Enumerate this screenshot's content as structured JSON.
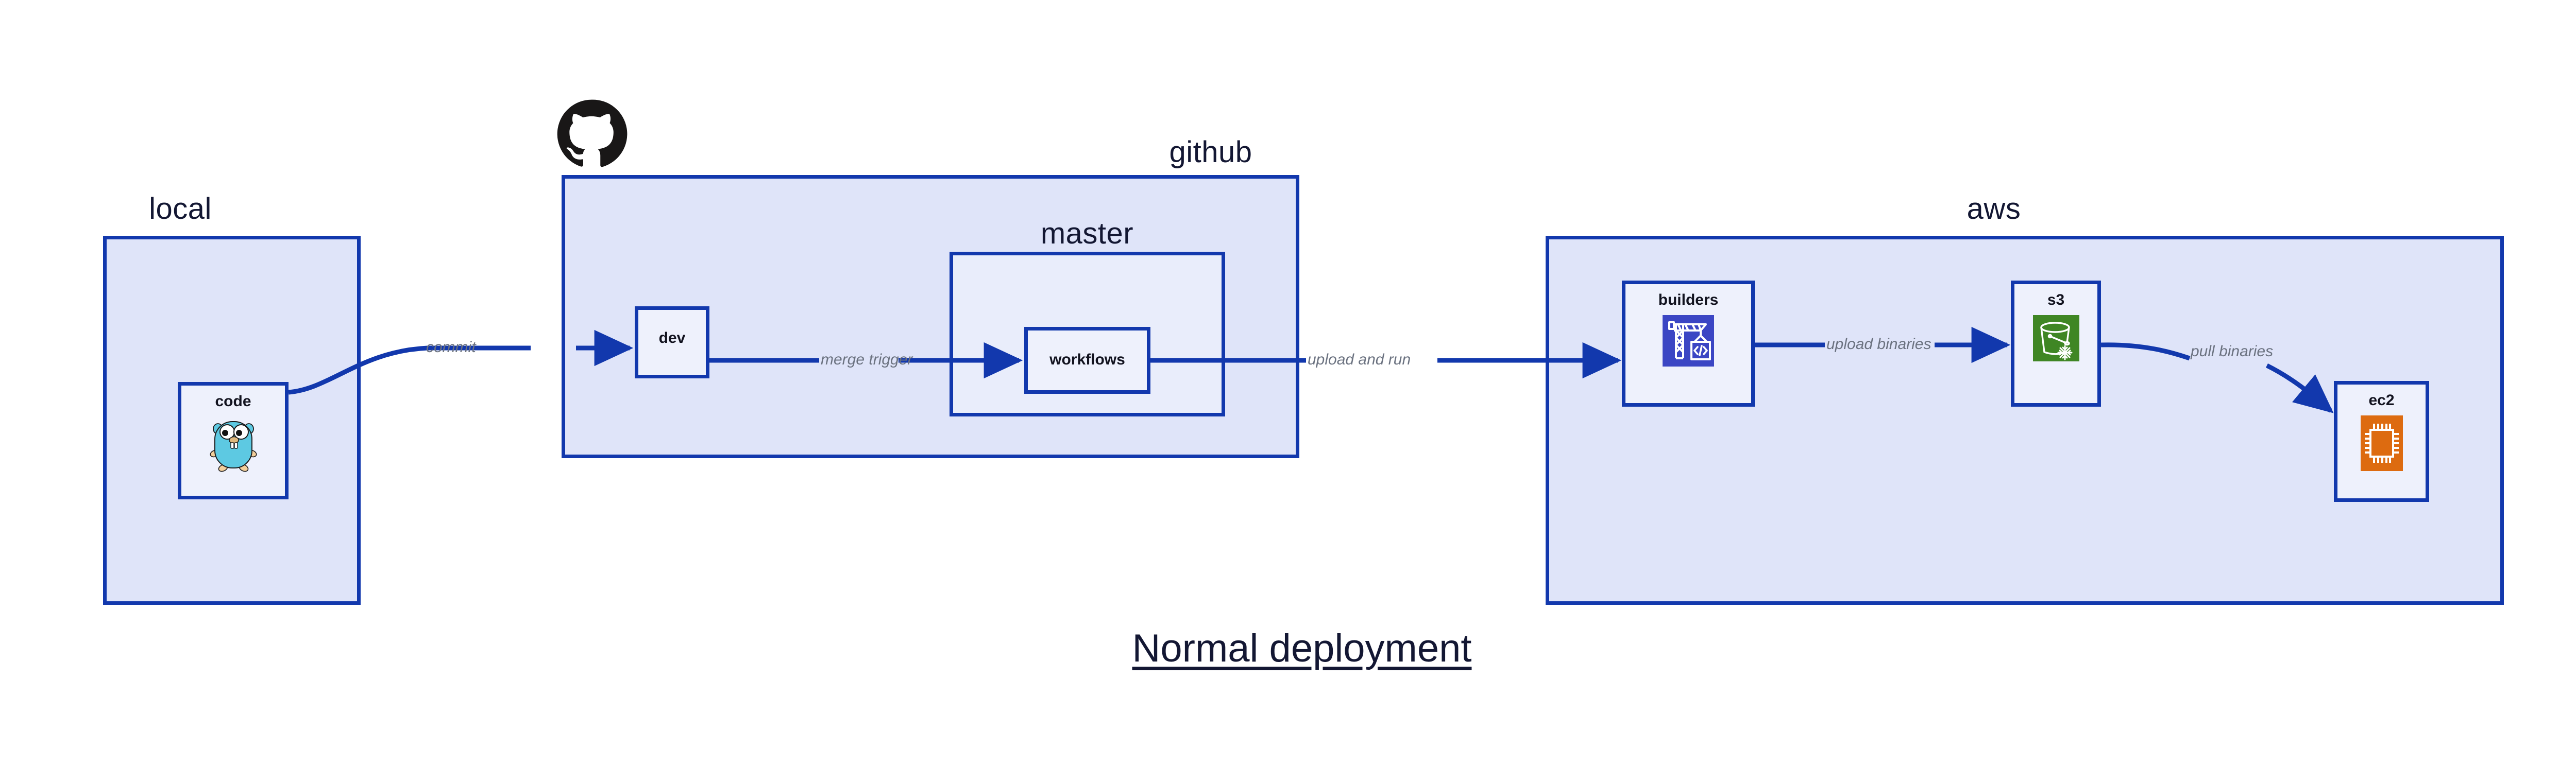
{
  "diagram": {
    "title": "Normal deployment",
    "background_color": "#ffffff",
    "accent_color": "#1238ad",
    "group_fill": "#dfe4f9",
    "node_fill": "#eef1fc",
    "label_color": "#131733",
    "edge_label_color": "#6b7280"
  },
  "groups": [
    {
      "id": "local",
      "label": "local",
      "logo": null
    },
    {
      "id": "github",
      "label": "github",
      "logo": "github-octocat-logo"
    },
    {
      "id": "aws",
      "label": "aws",
      "logo": null
    }
  ],
  "subgroups": [
    {
      "id": "master",
      "label": "master",
      "parent": "github"
    }
  ],
  "nodes": [
    {
      "id": "code",
      "label": "code",
      "parent": "local",
      "icon": "go-gopher-icon",
      "icon_color": "#5dc9e2"
    },
    {
      "id": "dev",
      "label": "dev",
      "parent": "github",
      "icon": null,
      "icon_color": null
    },
    {
      "id": "workflows",
      "label": "workflows",
      "parent": "master",
      "icon": null,
      "icon_color": null
    },
    {
      "id": "builders",
      "label": "builders",
      "parent": "aws",
      "icon": "crane-code-icon",
      "icon_color": "#3b46c4"
    },
    {
      "id": "s3",
      "label": "s3",
      "parent": "aws",
      "icon": "s3-bucket-icon",
      "icon_color": "#3f8624"
    },
    {
      "id": "ec2",
      "label": "ec2",
      "parent": "aws",
      "icon": "ec2-chip-icon",
      "icon_color": "#dd6b10"
    }
  ],
  "edges": [
    {
      "id": "commit",
      "label": "commit",
      "from": "code",
      "to": "dev"
    },
    {
      "id": "merge-trigger",
      "label": "merge trigger",
      "from": "dev",
      "to": "workflows"
    },
    {
      "id": "upload-and-run",
      "label": "upload and run",
      "from": "workflows",
      "to": "builders"
    },
    {
      "id": "upload-binaries",
      "label": "upload binaries",
      "from": "builders",
      "to": "s3"
    },
    {
      "id": "pull-binaries",
      "label": "pull binaries",
      "from": "s3",
      "to": "ec2"
    }
  ]
}
